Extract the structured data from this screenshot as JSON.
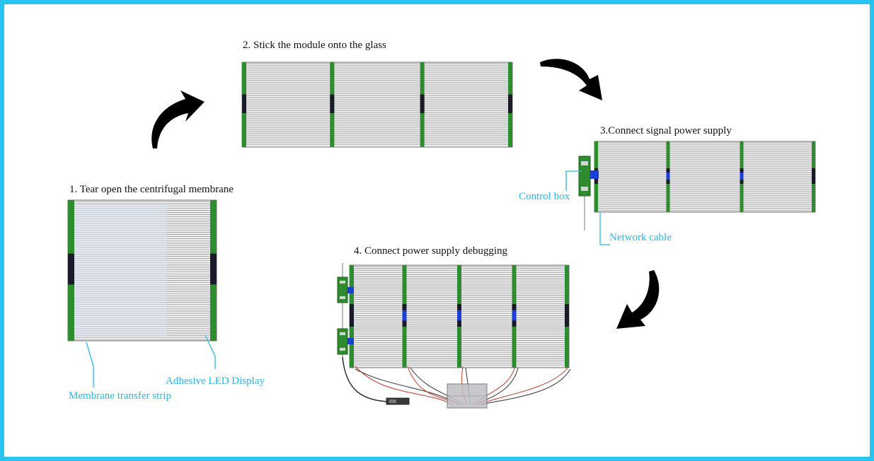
{
  "colors": {
    "frame": "#29c4f0",
    "callout": "#29b6e8",
    "strip_green": "#2e8b2e",
    "strip_dark": "#1a1a2a",
    "connector_blue": "#1a3fd6",
    "panel_fill": "#eeeeee",
    "panel_line": "#8c8c8c",
    "membrane_tint": "#dde4f4",
    "wire_red": "#c0392b",
    "wire_dark": "#333333"
  },
  "steps": [
    {
      "title": "1. Tear open the centrifugal membrane"
    },
    {
      "title": "2. Stick the module onto the glass"
    },
    {
      "title": "3.Connect signal power supply"
    },
    {
      "title": "4. Connect power supply debugging"
    }
  ],
  "callouts": {
    "membrane_strip": "Membrane transfer strip",
    "adhesive_display": "Adhesive LED Display",
    "control_box": "Control box",
    "network_cable": "Network cable"
  },
  "icons": [
    "curved-arrow-icon"
  ]
}
